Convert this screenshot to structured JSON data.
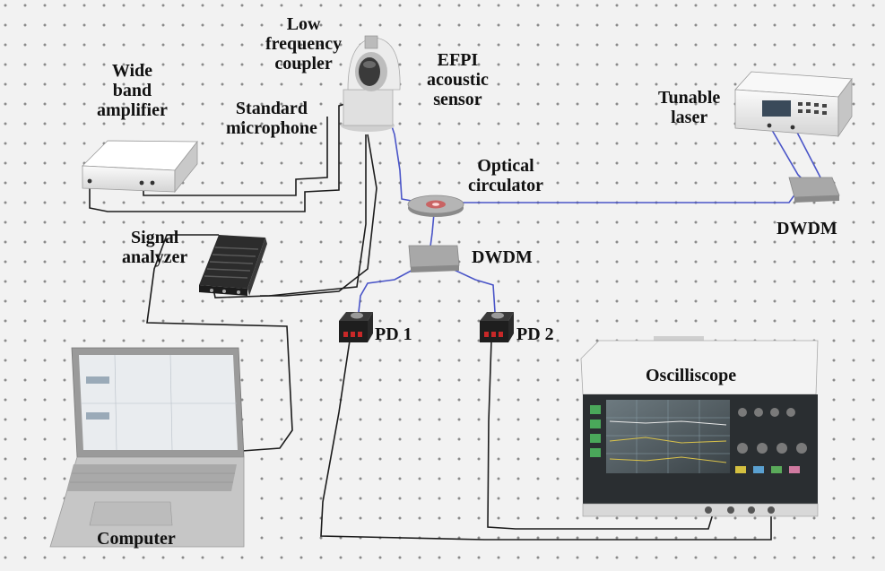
{
  "labels": {
    "wide_band_amplifier": [
      "Wide",
      "band",
      "amplifier"
    ],
    "standard_microphone": [
      "Standard",
      "microphone"
    ],
    "low_frequency_coupler": [
      "Low",
      "frequency",
      "coupler"
    ],
    "efpi_acoustic_sensor": [
      "EFPI",
      "acoustic",
      "sensor"
    ],
    "tunable_laser": [
      "Tunable",
      "laser"
    ],
    "optical_circulator": [
      "Optical",
      "circulator"
    ],
    "signal_analyzer": [
      "Signal",
      "analyzer"
    ],
    "dwdm_center": "DWDM",
    "dwdm_right": "DWDM",
    "pd1": "PD 1",
    "pd2": "PD 2",
    "oscilloscope": "Oscilliscope",
    "computer": "Computer"
  },
  "colors": {
    "background": "#f2f2f2",
    "table_dot": "#8a8a8a",
    "fiber": "#4a55c8",
    "cable": "#1c1c1c",
    "device_body": "#e6e6e6",
    "device_dark": "#2a2a2a"
  }
}
